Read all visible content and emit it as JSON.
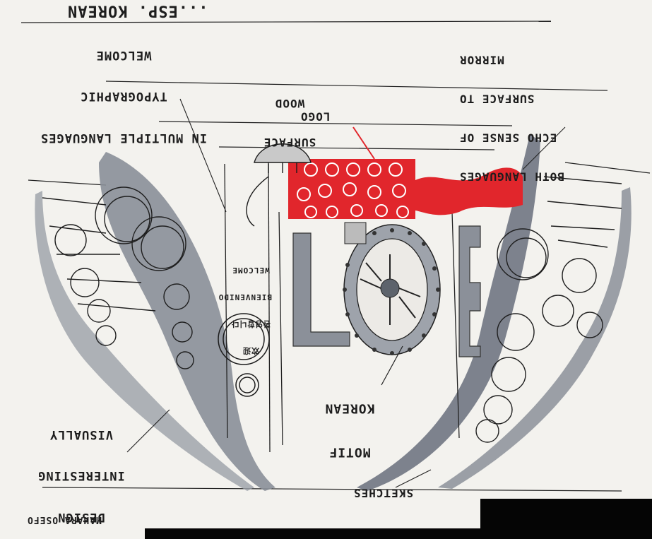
{
  "notes": {
    "esp_korean": "...ESP. KOREAN",
    "welcome_typographic_line1": "WELCOME",
    "welcome_typographic_line2": "TYPOGRAPHIC",
    "welcome_typographic_line3": "IN MULTIPLE LANGUAGES",
    "wood_surface_line1": "WOOD",
    "wood_surface_line2": "SURFACE",
    "logo": "LOGO",
    "mirror_line1": "MIRROR",
    "mirror_line2": "SURFACE TO",
    "mirror_line3": "ECHO SENSE OF",
    "mirror_line4": "BOTH LANGUAGES",
    "welcome_sign_line1": "WELCOME",
    "welcome_sign_line2": "BIENVENIDO",
    "welcome_sign_line3": "환영합니다",
    "welcome_sign_line4": "欢迎",
    "korean_motif_line1": "KOREAN",
    "korean_motif_line2": "MOTIF",
    "visually_line1": "VISUALLY",
    "visually_line2": "INTERESTING",
    "visually_line3": "DESIGN",
    "sketches": "SKETCHES",
    "signature": "MAHARA OSEFO"
  },
  "colors": {
    "paper": "#f3f2ee",
    "ink": "#1d1d1d",
    "marker_grey": "#7d828d",
    "marker_red": "#e1262c",
    "bar": "#050505"
  }
}
